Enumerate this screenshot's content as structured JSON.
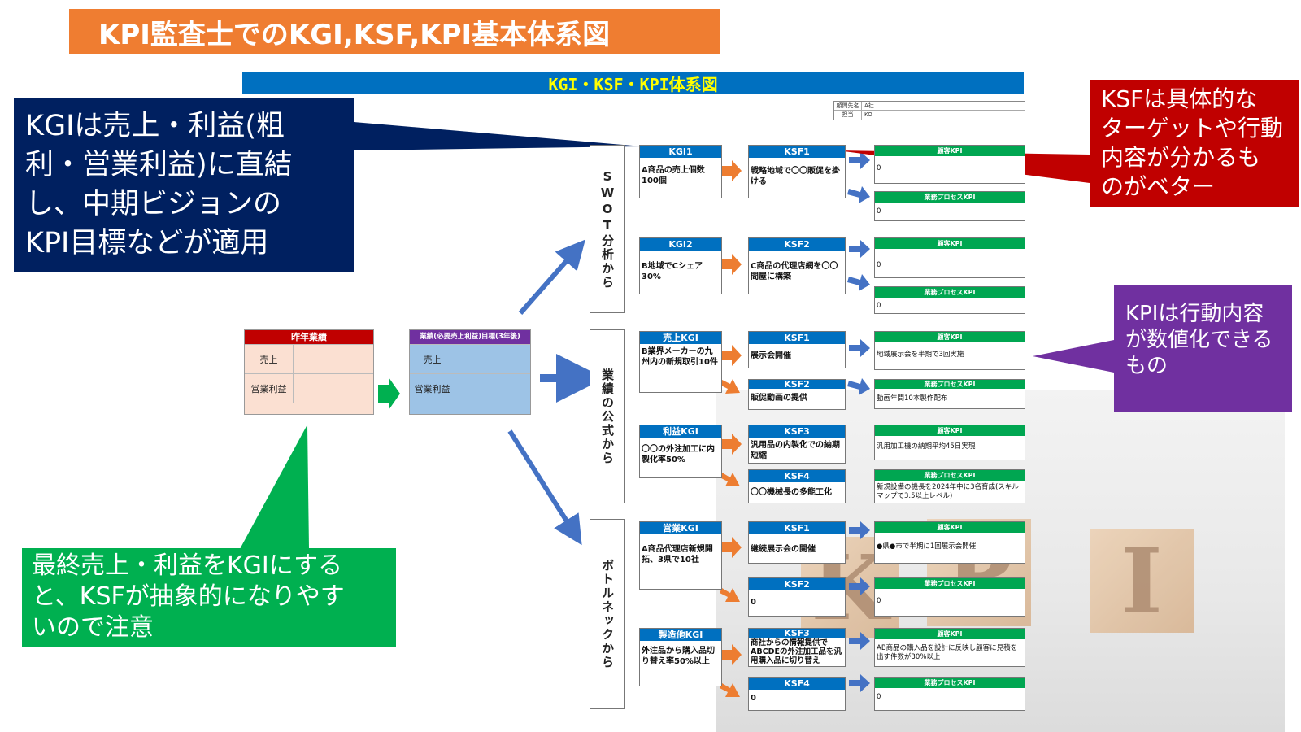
{
  "title": "KPI監査士でのKGI,KSF,KPI基本体系図",
  "sheet": {
    "heading": "KGI・KSF・KPI体系図",
    "meta": [
      {
        "key": "顧問先名",
        "value": "A社"
      },
      {
        "key": "担当",
        "value": "KO"
      }
    ]
  },
  "left_tables": {
    "previous": {
      "header": "昨年業績",
      "rows": [
        "売上",
        "営業利益"
      ]
    },
    "target": {
      "header": "業績(必要売上利益)目標(3年後)",
      "rows": [
        "売上",
        "営業利益"
      ]
    }
  },
  "sections": [
    {
      "label": "SWOT分析から"
    },
    {
      "label": "業績の公式から"
    },
    {
      "label": "ボトルネックから"
    }
  ],
  "kgi": [
    {
      "label": "KGI1",
      "text": "A商品の売上個数100個"
    },
    {
      "label": "KGI2",
      "text": "B地域でCシェア30%"
    },
    {
      "label": "売上KGI",
      "text": "B業界メーカーの九州内の新規取引10件"
    },
    {
      "label": "利益KGI",
      "text": "〇〇の外注加工に内製化率50%"
    },
    {
      "label": "営業KGI",
      "text": "A商品代理店新規開拓、3県で10社"
    },
    {
      "label": "製造他KGI",
      "text": "外注品から購入品切り替え率50%以上"
    }
  ],
  "ksf": [
    {
      "label": "KSF1",
      "text": "戦略地域で〇〇販促を掛ける"
    },
    {
      "label": "KSF2",
      "text": "C商品の代理店網を〇〇問屋に構築"
    },
    {
      "label": "KSF1",
      "text": "展示会開催"
    },
    {
      "label": "KSF2",
      "text": "販促動画の提供"
    },
    {
      "label": "KSF3",
      "text": "汎用品の内製化での納期短縮"
    },
    {
      "label": "KSF4",
      "text": "〇〇機械長の多能工化"
    },
    {
      "label": "KSF1",
      "text": "継続展示会の開催"
    },
    {
      "label": "KSF2",
      "text": "0"
    },
    {
      "label": "KSF3",
      "text": "商社からの情報提供でABCDEの外注加工品を汎用購入品に切り替え"
    },
    {
      "label": "KSF4",
      "text": "0"
    }
  ],
  "kpi": [
    {
      "label": "顧客KPI",
      "text": "0"
    },
    {
      "label": "業務プロセスKPI",
      "text": "0"
    },
    {
      "label": "顧客KPI",
      "text": "0"
    },
    {
      "label": "業務プロセスKPI",
      "text": "0"
    },
    {
      "label": "顧客KPI",
      "text": "地域展示会を半期で3回実施"
    },
    {
      "label": "業務プロセスKPI",
      "text": "動画年間10本製作配布"
    },
    {
      "label": "顧客KPI",
      "text": "汎用加工機の納期平均45日実現"
    },
    {
      "label": "業務プロセスKPI",
      "text": "新規設備の機長を2024年中に3名育成(スキルマップで3.5以上レベル)"
    },
    {
      "label": "顧客KPI",
      "text": "●県●市で半期に1回展示会開催"
    },
    {
      "label": "業務プロセスKPI",
      "text": "0"
    },
    {
      "label": "顧客KPI",
      "text": "AB商品の購入品を設計に反映し顧客に見積を出す件数が30%以上"
    },
    {
      "label": "業務プロセスKPI",
      "text": "0"
    }
  ],
  "callouts": {
    "kgi_note": "KGIは売上・利益(粗\n利・営業利益)に直結\nし、中期ビジョンの\nKPI目標などが適用",
    "ksf_note": "KSFは具体的な\nターゲットや行動\n内容が分かるも\nのがベター",
    "kpi_note": "KPIは行動内容\nが数値化できる\nもの",
    "final_note": "最終売上・利益をKGIにする\nと、KSFが抽象的になりやす\nいので注意"
  },
  "decor": {
    "letters": [
      "K",
      "P",
      "I"
    ]
  },
  "colors": {
    "title_bg": "#ef7d31",
    "heading_bar": "#0070c0",
    "heading_text": "#ffff00",
    "kgi_ksf_header": "#0070c0",
    "kpi_header": "#00a651",
    "prev_header": "#c00000",
    "prev_fill": "#fbe0d2",
    "target_header": "#7030a0",
    "target_fill": "#9dc3e6",
    "arrow_blue": "#4472c4",
    "arrow_orange": "#ed7d31",
    "callout_navy": "#002060",
    "callout_red": "#c00000",
    "callout_purple": "#7030a0",
    "callout_green": "#00b050"
  }
}
